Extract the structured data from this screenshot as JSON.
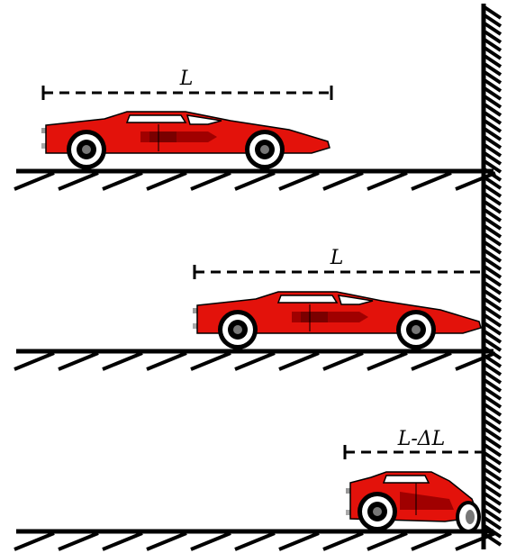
{
  "panels": [
    {
      "label": "L"
    },
    {
      "label": "L"
    },
    {
      "label": "L-ΔL"
    }
  ],
  "colors": {
    "car_body": "#e3120b",
    "car_dark": "#a00000",
    "window": "#ffffff",
    "ink": "#000000"
  }
}
